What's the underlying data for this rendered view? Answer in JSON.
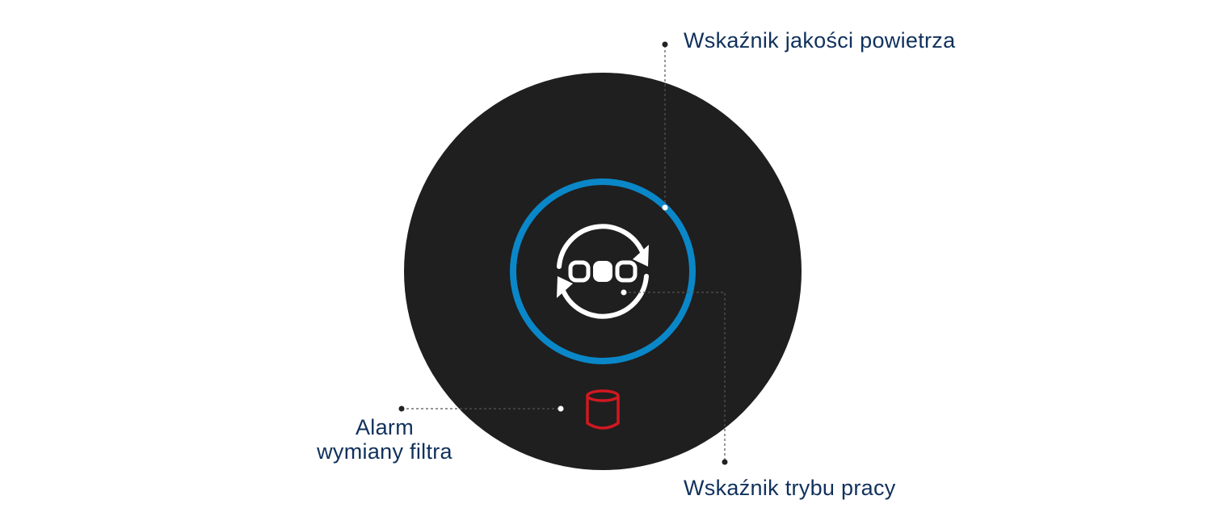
{
  "labels": {
    "air_quality_indicator": "Wskaźnik jakości powietrza",
    "mode_indicator": "Wskaźnik trybu pracy",
    "filter_alarm_line1": "Alarm",
    "filter_alarm_line2": "wymiany filtra"
  },
  "icons": {
    "center": "auto-mode-icon",
    "filter": "filter-cartridge-icon"
  },
  "colors": {
    "background": "#ffffff",
    "panel": "#1f1f1f",
    "ring": "#0a87c8",
    "icon_center": "#ffffff",
    "icon_filter": "#d11820",
    "label_text": "#10315c",
    "leader_line": "#555555",
    "leader_dot": "#222222"
  }
}
